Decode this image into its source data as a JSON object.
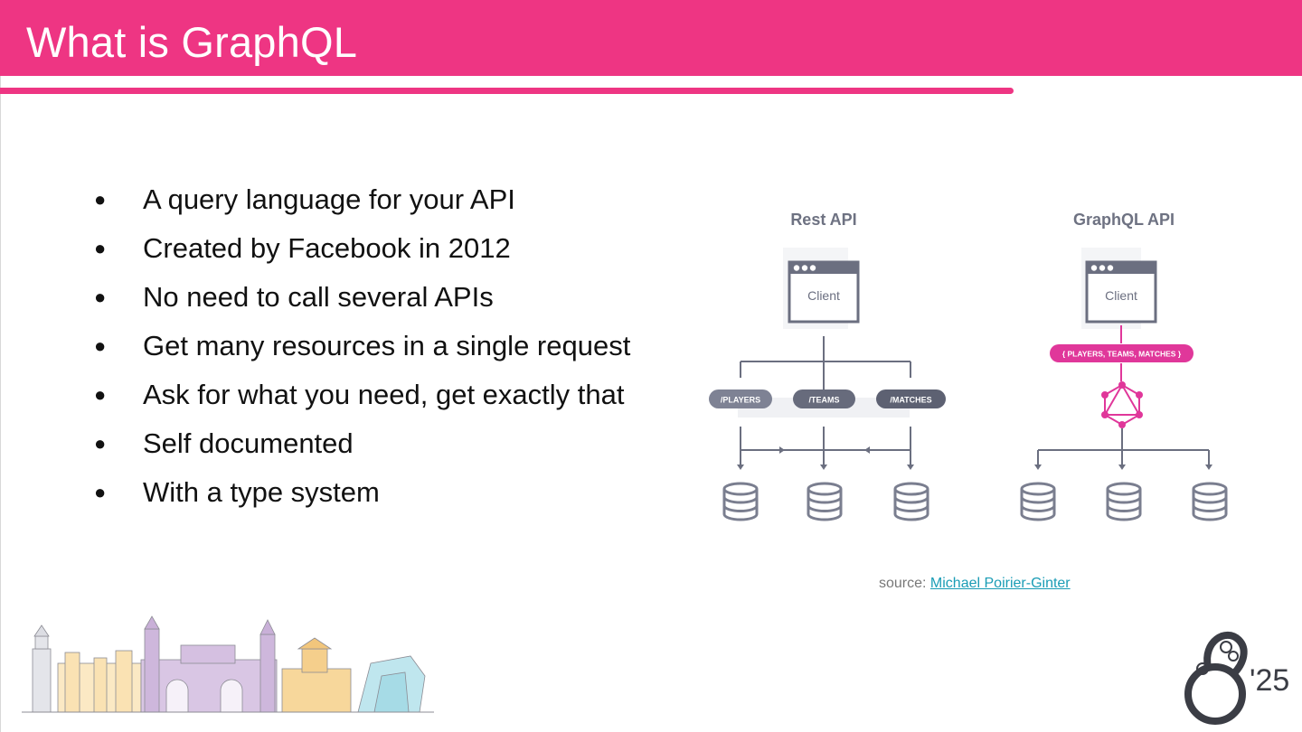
{
  "slide": {
    "title": "What is GraphQL",
    "bullets": [
      "A query language for your API",
      "Created by Facebook in 2012",
      "No need to call several APIs",
      "Get many resources in a single request",
      "Ask for what you need, get exactly that",
      "Self documented",
      "With a type system"
    ],
    "bullet_glyph": "●"
  },
  "diagram": {
    "rest_title": "Rest API",
    "graphql_title": "GraphQL API",
    "client_label": "Client",
    "rest_endpoints": [
      "/PLAYERS",
      "/TEAMS",
      "/MATCHES"
    ],
    "graphql_query": "{ PLAYERS, TEAMS, MATCHES }",
    "database_icon": "database-icon",
    "graphql_logo_icon": "graphql-logo-icon"
  },
  "source": {
    "label": "source:",
    "link_text": "Michael Poirier-Ginter"
  },
  "footer": {
    "logo_year": "'25"
  },
  "colors": {
    "accent": "#ee3583",
    "diagram_gray": "#6b6f80",
    "link": "#1a9cb5"
  }
}
